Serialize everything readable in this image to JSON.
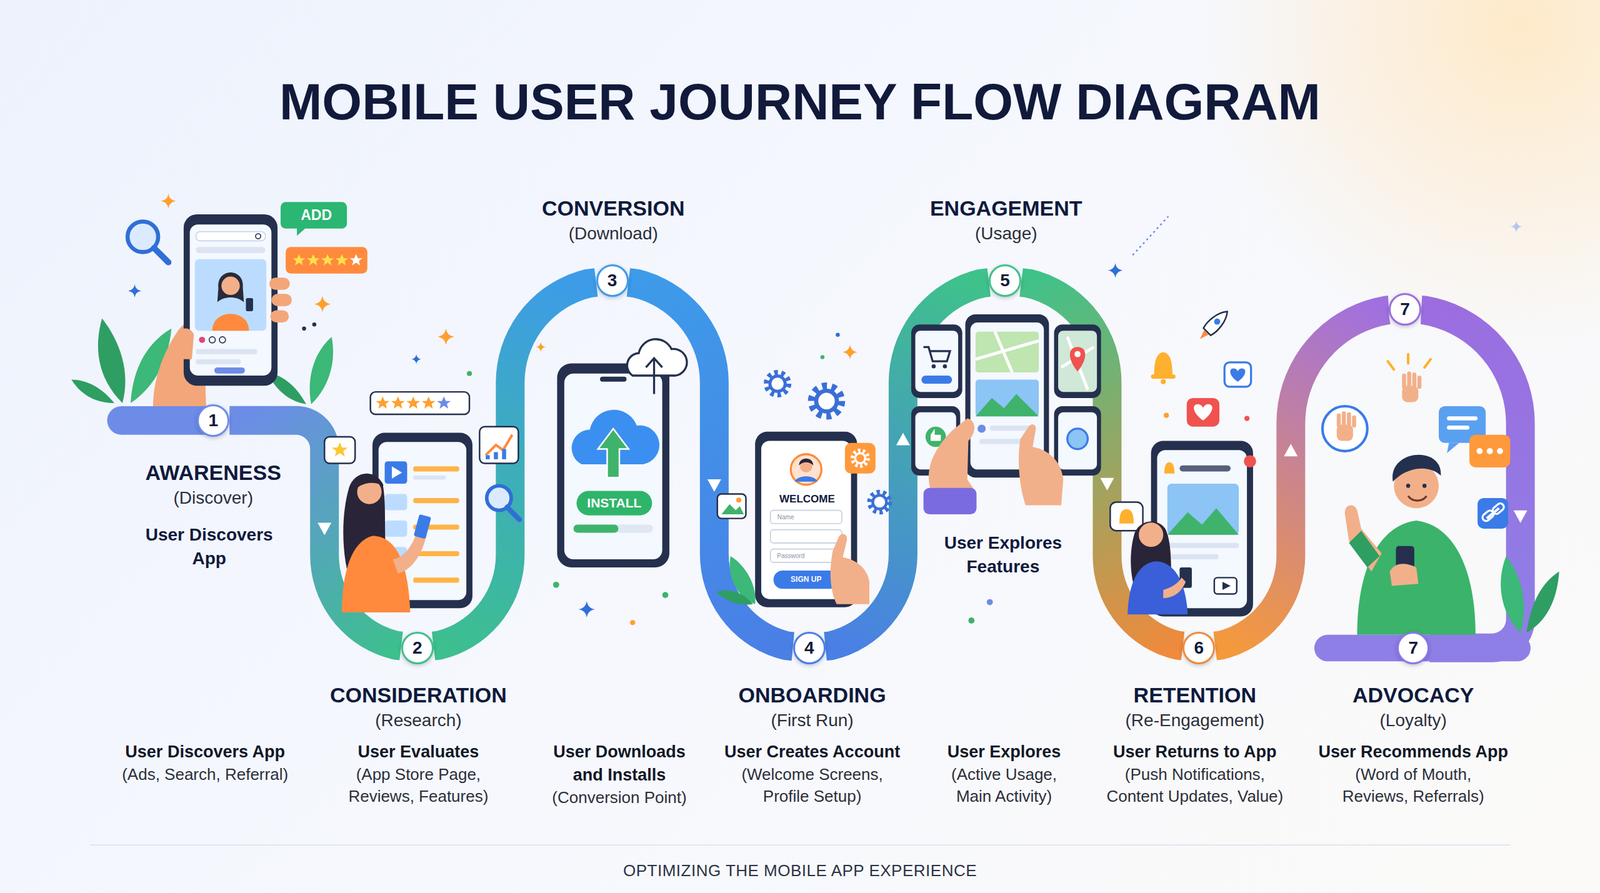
{
  "diagram": {
    "title": "MOBILE USER JOURNEY FLOW DIAGRAM",
    "caption": "OPTIMIZING THE MOBILE APP EXPERIENCE",
    "nodes": [
      {
        "text": [
          "1"
        ]
      },
      {
        "text": [
          "2"
        ]
      },
      {
        "text": [
          "3"
        ]
      },
      {
        "text": [
          "4"
        ]
      },
      {
        "text": [
          "5"
        ]
      },
      {
        "text": [
          "6"
        ]
      },
      {
        "text": [
          "7"
        ]
      },
      {
        "text": [
          "7"
        ]
      }
    ],
    "edges": [
      {
        "from": 0,
        "to": 1,
        "arrow": "to"
      },
      {
        "from": 1,
        "to": 2,
        "arrow": "to"
      },
      {
        "from": 2,
        "to": 3,
        "arrow": "to"
      },
      {
        "from": 3,
        "to": 4,
        "arrow": "to"
      },
      {
        "from": 4,
        "to": 5,
        "arrow": "to"
      },
      {
        "from": 5,
        "to": 6,
        "arrow": "to"
      },
      {
        "from": 6,
        "to": 7,
        "arrow": "to"
      }
    ],
    "labels": [
      "ADD",
      "AWARENESS",
      "(Discover)",
      "User Discovers App",
      "CONVERSION",
      "(Download)",
      "INSTALL",
      "WELCOME",
      "Name",
      "Password",
      "SIGN UP",
      "ENGAGEMENT",
      "(Usage)",
      "User Explores Features",
      "CONSIDERATION",
      "(Research)",
      "ONBOARDING",
      "(First Run)",
      "RETENTION",
      "(Re-Engagement)",
      "ADVOCACY",
      "(Loyalty)",
      "User Discovers App",
      "(Ads, Search, Referral)",
      "User Evaluates",
      "(App Store Page, Reviews, Features)",
      "User Downloads and Installs",
      "(Conversion Point)",
      "User Creates Account",
      "(Welcome Screens, Profile Setup)",
      "User Explores",
      "(Active Usage, Main Activity)",
      "User Returns to App",
      "(Push Notifications, Content Updates, Value)",
      "User Recommends App",
      "(Word of Mouth, Reviews, Referrals)"
    ]
  }
}
